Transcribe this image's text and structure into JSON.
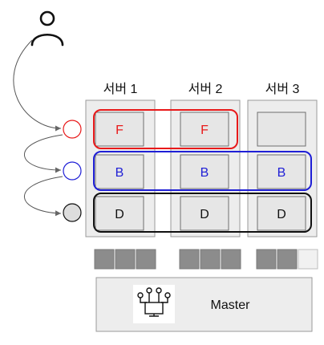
{
  "servers": [
    {
      "label": "서버 1",
      "slots": [
        "F",
        "B",
        "D"
      ],
      "resource": [
        "used",
        "used",
        "used"
      ]
    },
    {
      "label": "서버 2",
      "slots": [
        "F",
        "B",
        "D"
      ],
      "resource": [
        "used",
        "used",
        "used"
      ]
    },
    {
      "label": "서버 3",
      "slots": [
        "",
        "B",
        "D"
      ],
      "resource": [
        "used",
        "used",
        "free"
      ]
    }
  ],
  "groups": [
    {
      "letter": "F",
      "color": "#e8191a"
    },
    {
      "letter": "B",
      "color": "#1f1fd6"
    },
    {
      "letter": "D",
      "color": "#111111"
    }
  ],
  "master": {
    "label": "Master",
    "icon": "network-computer-icon"
  },
  "user_icon": "user-icon",
  "colors": {
    "server_fill": "#ededed",
    "server_stroke": "#9a9a9a",
    "slot_fill": "#e6e6e6",
    "block_used": "#8c8c8c",
    "block_free": "#f1f1f1"
  }
}
